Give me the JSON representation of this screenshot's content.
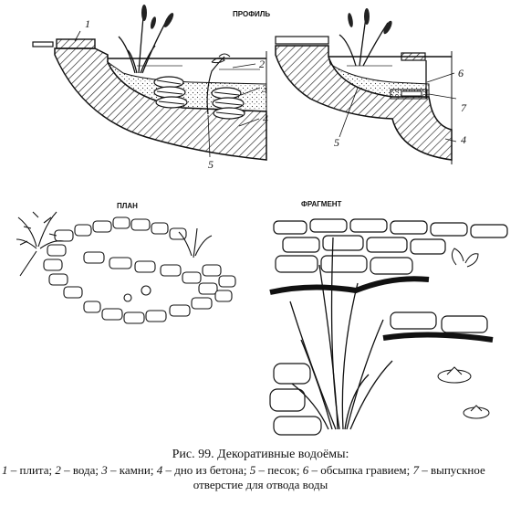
{
  "headings": {
    "profile": "ПРОФИЛЬ",
    "plan": "ПЛАН",
    "fragment": "ФРАГМЕНТ"
  },
  "callouts": {
    "left": [
      "1",
      "2",
      "3",
      "4",
      "5"
    ],
    "right": [
      "6",
      "7",
      "4",
      "5"
    ]
  },
  "caption": {
    "title": "Рис. 99. Декоративные водоёмы:",
    "legend": [
      {
        "num": "1",
        "text": " – плита; "
      },
      {
        "num": "2",
        "text": " – вода; "
      },
      {
        "num": "3",
        "text": " – камни; "
      },
      {
        "num": "4",
        "text": " – дно из бетона; "
      },
      {
        "num": "5",
        "text": " – песок; "
      },
      {
        "num": "6",
        "text": " – обсыпка гравием; "
      },
      {
        "num": "7",
        "text": " – выпускное"
      }
    ],
    "legend_line2": "отверстие для отвода воды"
  }
}
